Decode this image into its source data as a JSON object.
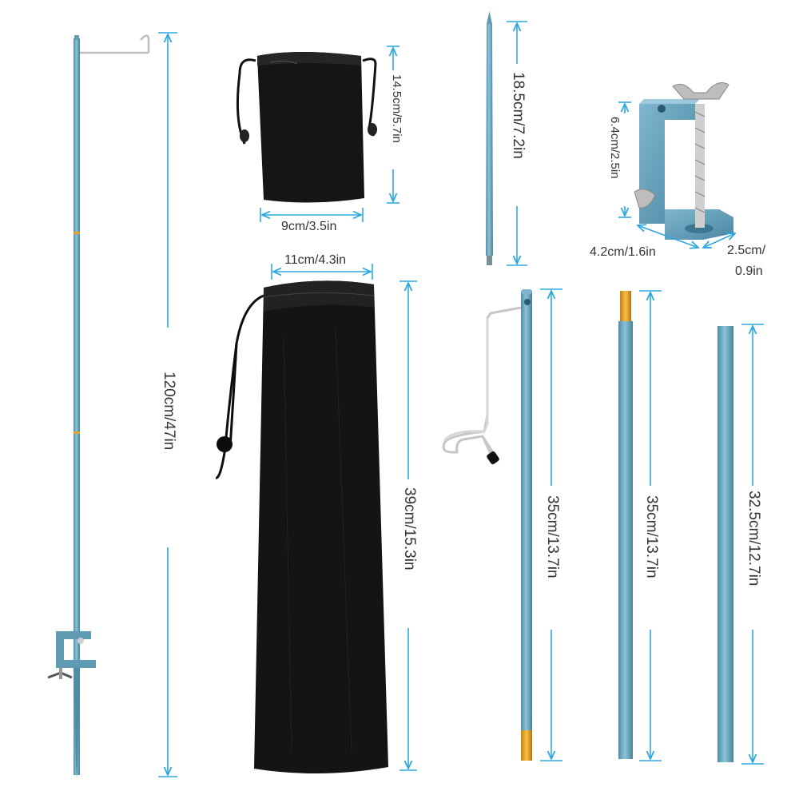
{
  "colors": {
    "pole": "#6aaac4",
    "pole_dark": "#4f8ca6",
    "arrow": "#2ea8e0",
    "bag": "#141414",
    "brass": "#e7a21b",
    "steel": "#c8c8c8"
  },
  "icons": [
    "pole-icon",
    "hook-icon",
    "clamp-icon",
    "bag-icon",
    "spike-icon",
    "arrow-icon"
  ],
  "dimensions": {
    "full_pole_length": "120cm/47in",
    "small_bag_height": "14.5cm/5.7in",
    "small_bag_width": "9cm/3.5in",
    "spike_length": "18.5cm/7.2in",
    "clamp_height": "6.4cm/2.5in",
    "clamp_length": "4.2cm/1.6in",
    "clamp_width_line1": "2.5cm/",
    "clamp_width_line2": "0.9in",
    "large_bag_width": "11cm/4.3in",
    "large_bag_height": "39cm/15.3in",
    "hook_section_length": "35cm/13.7in",
    "middle_section_length": "35cm/13.7in",
    "end_section_length": "32.5cm/12.7in"
  }
}
